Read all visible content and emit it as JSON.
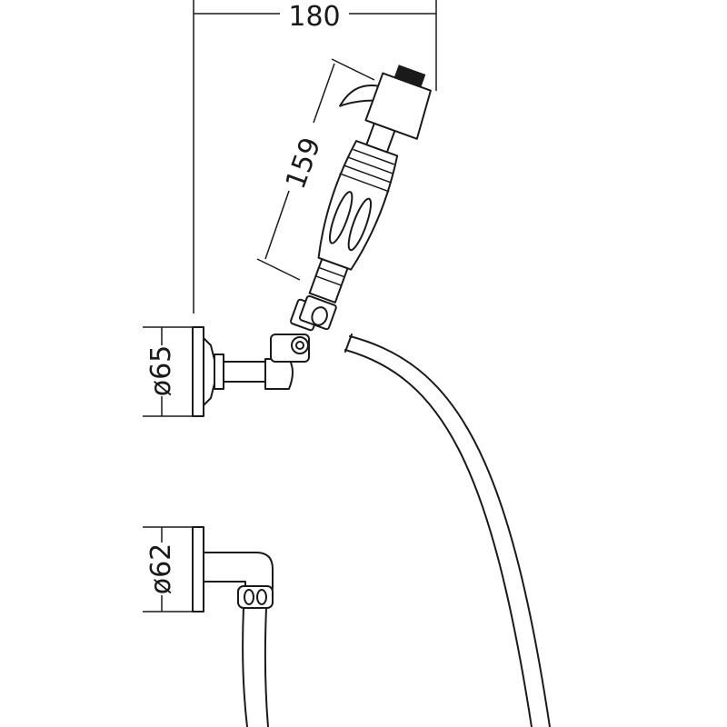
{
  "dimensions": {
    "width_label": "180",
    "length_label": "159",
    "upper_diameter_label": "ø65",
    "lower_diameter_label": "ø62"
  },
  "colors": {
    "line": "#1a1a1a",
    "background": "#ffffff"
  }
}
